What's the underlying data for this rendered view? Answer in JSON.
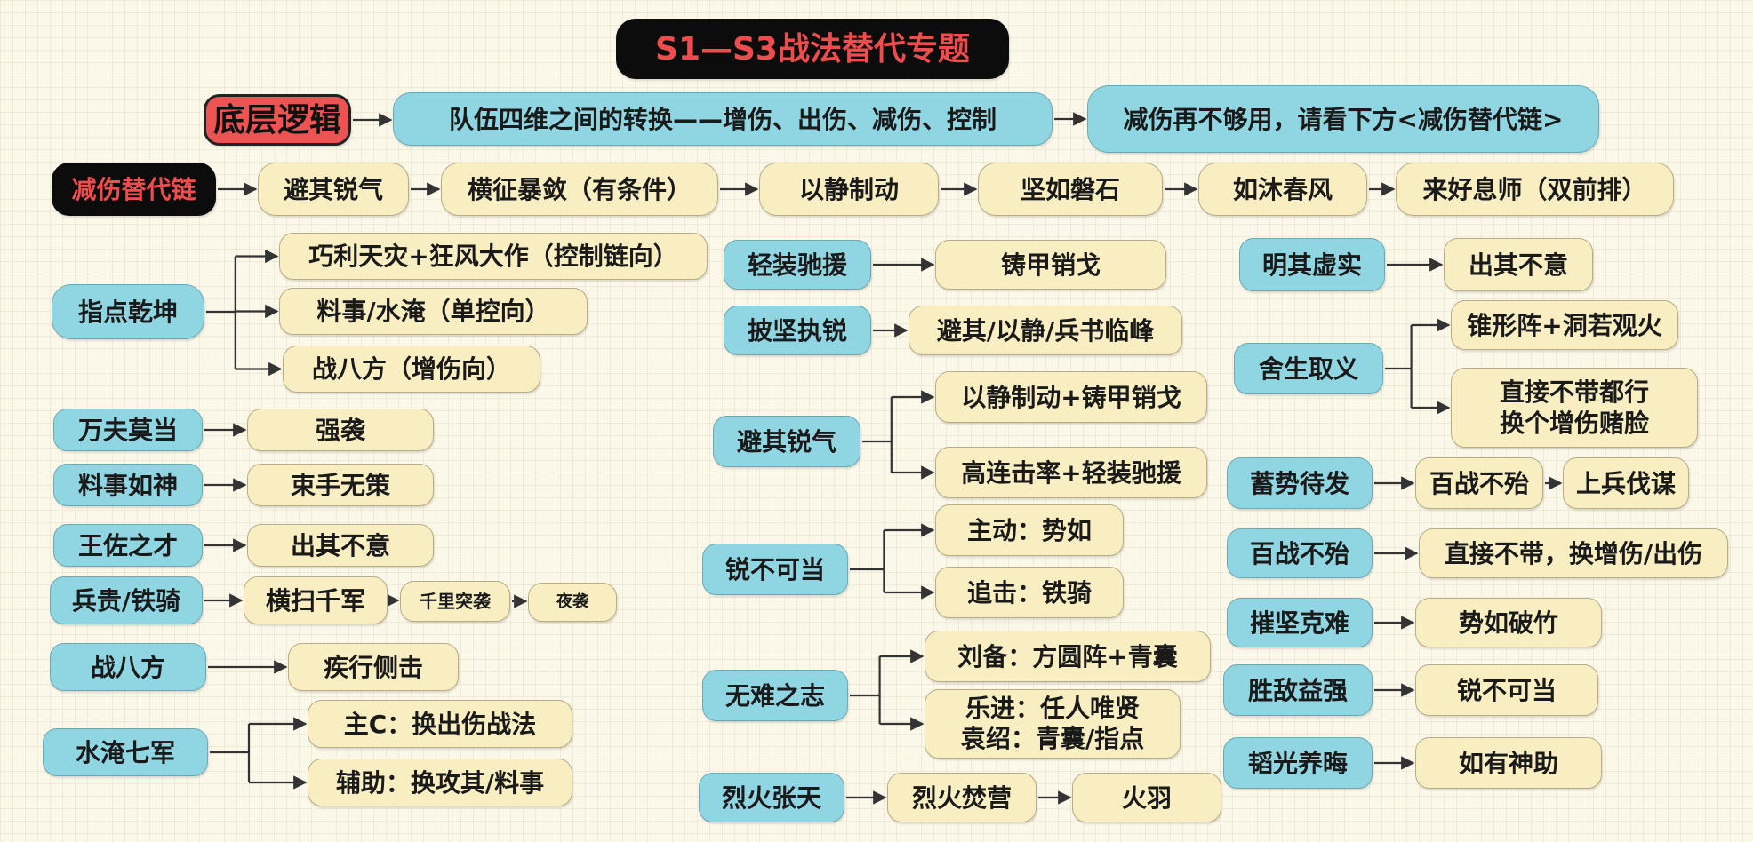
{
  "title": "S1—S3战法替代专题",
  "logic": {
    "label": "底层逻辑",
    "text": "队伍四维之间的转换——增伤、出伤、减伤、控制",
    "note": "减伤再不够用，请看下方<减伤替代链>"
  },
  "chain": {
    "label": "减伤替代链",
    "items": [
      "避其锐气",
      "横征暴敛（有条件）",
      "以静制动",
      "坚如磐石",
      "如沐春风",
      "来好息师（双前排）"
    ]
  },
  "groups": {
    "zhidian": {
      "label": "指点乾坤",
      "items": [
        "巧利天灾+狂风大作（控制链向）",
        "料事/水淹（单控向）",
        "战八方（增伤向）"
      ]
    },
    "wanfu": {
      "label": "万夫莫当",
      "target": "强袭"
    },
    "liaoshi": {
      "label": "料事如神",
      "target": "束手无策"
    },
    "wangzuo": {
      "label": "王佐之才",
      "target": "出其不意"
    },
    "binggui": {
      "label": "兵贵/铁骑",
      "chain": [
        "横扫千军",
        "千里突袭",
        "夜袭"
      ]
    },
    "zhanbafang": {
      "label": "战八方",
      "target": "疾行侧击"
    },
    "shuiyan": {
      "label": "水淹七军",
      "items": [
        "主C：换出伤战法",
        "辅助：换攻其/料事"
      ]
    },
    "qingzhuang": {
      "label": "轻装驰援",
      "target": "铸甲销戈"
    },
    "pijian": {
      "label": "披坚执锐",
      "target": "避其/以静/兵书临峰"
    },
    "biqi": {
      "label": "避其锐气",
      "items": [
        "以静制动+铸甲销戈",
        "高连击率+轻装驰援"
      ]
    },
    "ruibu": {
      "label": "锐不可当",
      "items": [
        "主动：势如",
        "追击：铁骑"
      ]
    },
    "wunan": {
      "label": "无难之志",
      "item1": "刘备：方圆阵+青囊",
      "item2_line1": "乐进：任人唯贤",
      "item2_line2": "袁绍：青囊/指点"
    },
    "liehuo": {
      "label": "烈火张天",
      "chain": [
        "烈火焚营",
        "火羽"
      ]
    },
    "mingqi": {
      "label": "明其虚实",
      "target": "出其不意"
    },
    "shesheng": {
      "label": "舍生取义",
      "item1": "锥形阵+洞若观火",
      "item2_line1": "直接不带都行",
      "item2_line2": "换个增伤赌脸"
    },
    "xushi": {
      "label": "蓄势待发",
      "chain": [
        "百战不殆",
        "上兵伐谋"
      ]
    },
    "baizhan": {
      "label": "百战不殆",
      "target": "直接不带，换增伤/出伤"
    },
    "cuijian": {
      "label": "摧坚克难",
      "target": "势如破竹"
    },
    "shengdi": {
      "label": "胜敌益强",
      "target": "锐不可当"
    },
    "taoguang": {
      "label": "韬光养晦",
      "target": "如有神助"
    }
  }
}
